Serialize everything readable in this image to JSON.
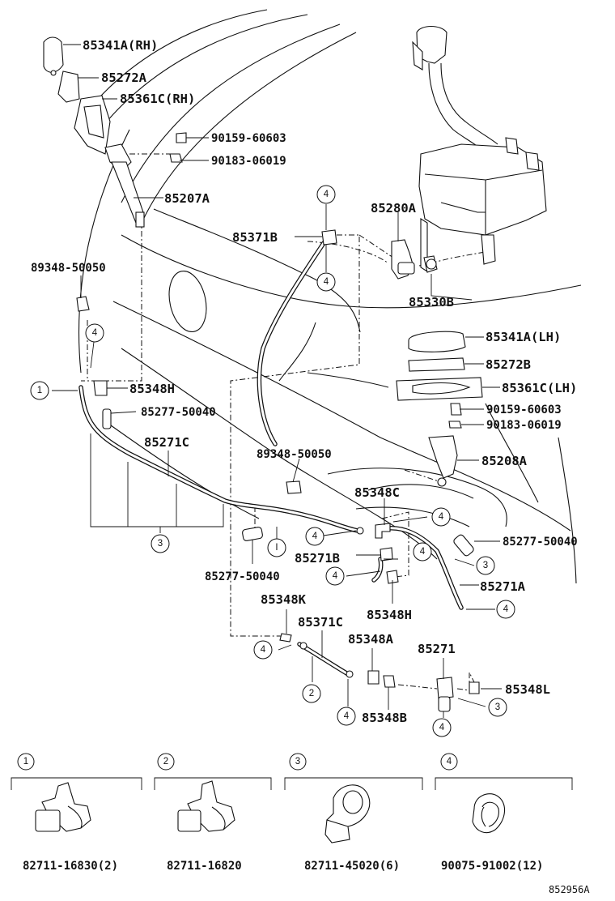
{
  "labels": {
    "p85341a_rh": "85341A(RH)",
    "p85272a": "85272A",
    "p85361c_rh": "85361C(RH)",
    "p90159_top": "90159-60603",
    "p90183_top": "90183-06019",
    "p85207a": "85207A",
    "p85280a": "85280A",
    "p85371b": "85371B",
    "p89348_a": "89348-50050",
    "p85330b": "85330B",
    "p85341a_lh": "85341A(LH)",
    "p85272b": "85272B",
    "p85361c_lh": "85361C(LH)",
    "p90159_mid": "90159-60603",
    "p90183_mid": "90183-06019",
    "p85348h_a": "85348H",
    "p85277_a": "85277-50040",
    "p85271c": "85271C",
    "p89348_b": "89348-50050",
    "p85208a": "85208A",
    "p85348c": "85348C",
    "p85277_b": "85277-50040",
    "p85271b": "85271B",
    "p85277_c": "85277-50040",
    "p85271a": "85271A",
    "p85348k": "85348K",
    "p85371c": "85371C",
    "p85348h_b": "85348H",
    "p85348a": "85348A",
    "p85271": "85271",
    "p85348l": "85348L",
    "p85348b": "85348B"
  },
  "callouts": {
    "c1": "1",
    "c2": "2",
    "c3": "3",
    "c4": "4",
    "cI": "I"
  },
  "legend": {
    "clamp1_num": "1",
    "clamp1_part": "82711-16830(2)",
    "clamp2_num": "2",
    "clamp2_part": "82711-16820",
    "clamp3_num": "3",
    "clamp3_part": "82711-45020(6)",
    "clamp4_num": "4",
    "clamp4_part": "90075-91002(12)"
  },
  "diagram_ref": "852956A"
}
